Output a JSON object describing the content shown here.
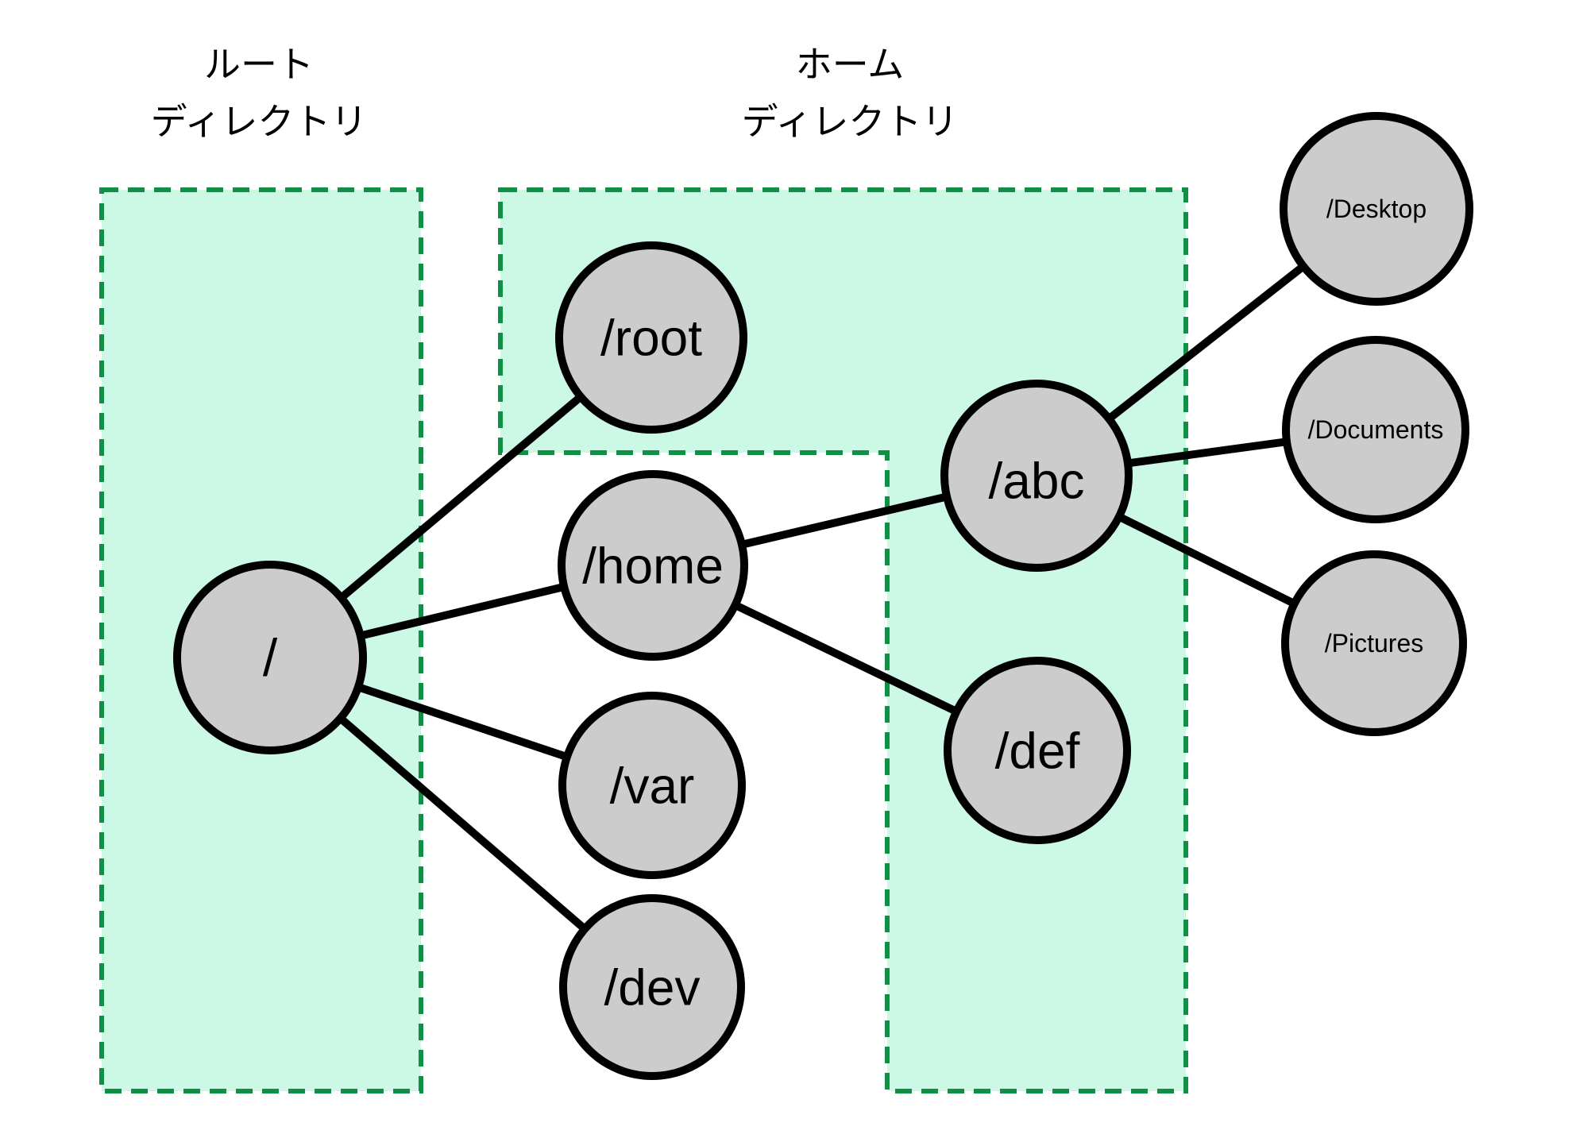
{
  "diagram": {
    "description": "Linux filesystem tree diagram with root and home directory regions highlighted"
  },
  "regions": {
    "root": {
      "label_line1": "ルート",
      "label_line2": "ディレクトリ"
    },
    "home": {
      "label_line1": "ホーム",
      "label_line2": "ディレクトリ"
    }
  },
  "nodes": {
    "slash": {
      "label": "/"
    },
    "root": {
      "label": "/root"
    },
    "home": {
      "label": "/home"
    },
    "var": {
      "label": "/var"
    },
    "dev": {
      "label": "/dev"
    },
    "abc": {
      "label": "/abc"
    },
    "def": {
      "label": "/def"
    },
    "desktop": {
      "label": "/Desktop"
    },
    "documents": {
      "label": "/Documents"
    },
    "pictures": {
      "label": "/Pictures"
    }
  },
  "colors": {
    "background": "#ffffff",
    "region_fill": "#ccf8e6",
    "region_border": "#0f9045",
    "node_fill": "#cccccc",
    "node_border": "#000000",
    "edge": "#000000",
    "text": "#000000"
  }
}
